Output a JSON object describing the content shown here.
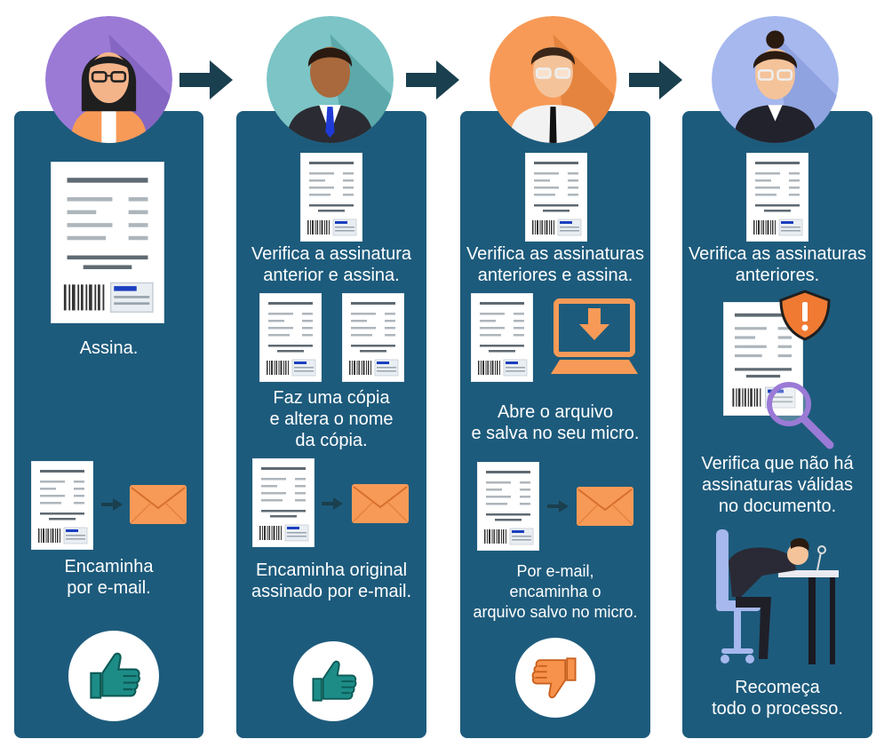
{
  "arrows": [
    "arrow-right-icon",
    "arrow-right-icon",
    "arrow-right-icon"
  ],
  "colors": {
    "panel": "#1d5b7c",
    "avatar_1": "#9b7ad6",
    "avatar_2": "#7cc4c6",
    "avatar_3": "#f79a57",
    "avatar_4": "#a6b8ee",
    "envelope": "#f79a57",
    "thumb_up": "#1d8c87",
    "thumb_down": "#f7924d"
  },
  "steps": [
    {
      "person": "woman-with-glasses-avatar",
      "texts": {
        "sign": "Assina.",
        "forward": "Encaminha\npor e-mail."
      },
      "result_icon": "thumbs-up-icon"
    },
    {
      "person": "businessman-with-tie-avatar",
      "texts": {
        "verify": "Verifica a assinatura\nanterior e assina.",
        "copy": "Faz uma cópia\ne altera o nome\nda cópia.",
        "forward": "Encaminha original\nassinado por e-mail."
      },
      "result_icon": "thumbs-up-icon"
    },
    {
      "person": "man-with-glasses-avatar",
      "texts": {
        "verify": "Verifica as assinaturas\nanteriores e assina.",
        "save": "Abre o arquivo\ne salva no seu micro.",
        "forward": "Por e-mail,\nencaminha o\narquivo salvo no micro."
      },
      "result_icon": "thumbs-down-icon"
    },
    {
      "person": "woman-with-bun-avatar",
      "texts": {
        "verify": "Verifica as assinaturas\nanteriores.",
        "invalid": "Verifica que não há\nassinaturas válidas\nno documento.",
        "restart": "Recomeça\ntodo o processo."
      },
      "result_icon": "frustrated-person-at-desk-icon"
    }
  ]
}
